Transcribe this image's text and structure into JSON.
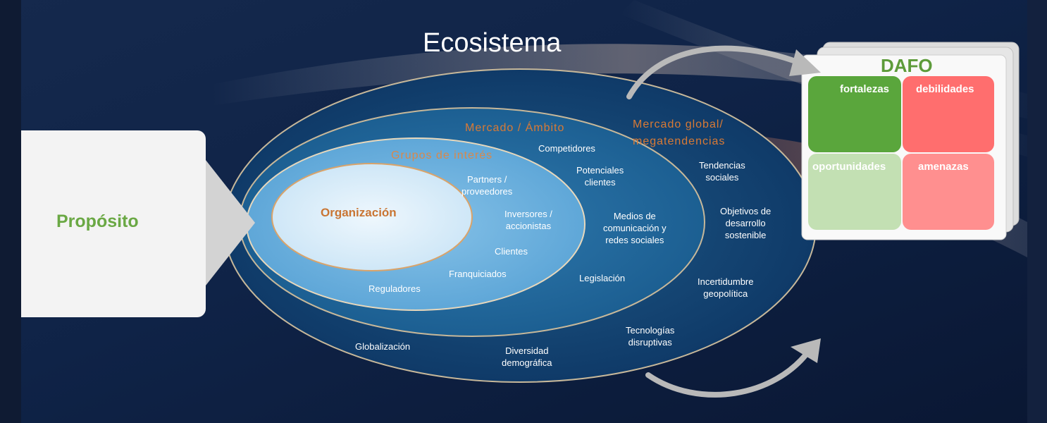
{
  "title": "Ecosistema",
  "purpose": "Propósito",
  "circles": {
    "organization": "Organización",
    "stakeholders": "Grupos de interés",
    "market": "Mercado / Ámbito",
    "global": [
      "Mercado global/",
      "megatendencias"
    ]
  },
  "stakeholder_items": {
    "partners": [
      "Partners /",
      "proveedores"
    ],
    "investors": [
      "Inversores /",
      "accionistas"
    ],
    "clients": "Clientes",
    "franchisees": "Franquiciados",
    "regulators": "Reguladores"
  },
  "market_items": {
    "competitors": "Competidores",
    "potential": [
      "Potenciales",
      "clientes"
    ],
    "media": [
      "Medios de",
      "comunicación y",
      "redes sociales"
    ],
    "legislation": "Legislación"
  },
  "global_items": {
    "social": [
      "Tendencias",
      "sociales"
    ],
    "sdg": [
      "Objetivos de",
      "desarrollo",
      "sostenible"
    ],
    "geopolitics": [
      "Incertidumbre",
      "geopolítica"
    ],
    "tech": [
      "Tecnologías",
      "disruptivas"
    ],
    "diversity": [
      "Diversidad",
      "demográfica"
    ],
    "globalization": "Globalización"
  },
  "dafo": {
    "title": "DAFO",
    "strengths": "fortalezas",
    "weaknesses": "debilidades",
    "opportunities": "oportunidades",
    "threats": "amenazas",
    "colors": {
      "strengths": "#5aa63c",
      "weaknesses": "#ff6e6e",
      "opportunities": "#c3e0b3",
      "threats": "#ff8f8f"
    }
  }
}
